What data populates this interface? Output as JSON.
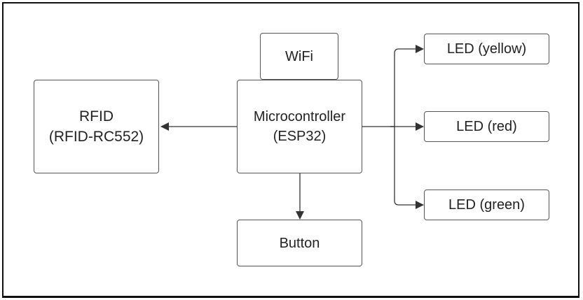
{
  "diagram": {
    "nodes": {
      "wifi": {
        "label": "WiFi"
      },
      "rfid": {
        "line1": "RFID",
        "line2": "(RFID-RC552)"
      },
      "mcu": {
        "line1": "Microcontroller",
        "line2": "(ESP32)"
      },
      "button": {
        "label": "Button"
      },
      "led_yellow": {
        "label": "LED (yellow)"
      },
      "led_red": {
        "label": "LED (red)"
      },
      "led_green": {
        "label": "LED (green)"
      }
    },
    "edges": [
      {
        "from": "mcu",
        "to": "rfid"
      },
      {
        "from": "mcu",
        "to": "button"
      },
      {
        "from": "mcu",
        "to": "led_yellow"
      },
      {
        "from": "mcu",
        "to": "led_red"
      },
      {
        "from": "mcu",
        "to": "led_green"
      }
    ],
    "colors": {
      "line": "#333333",
      "box_border": "#555555",
      "text": "#222222"
    }
  }
}
